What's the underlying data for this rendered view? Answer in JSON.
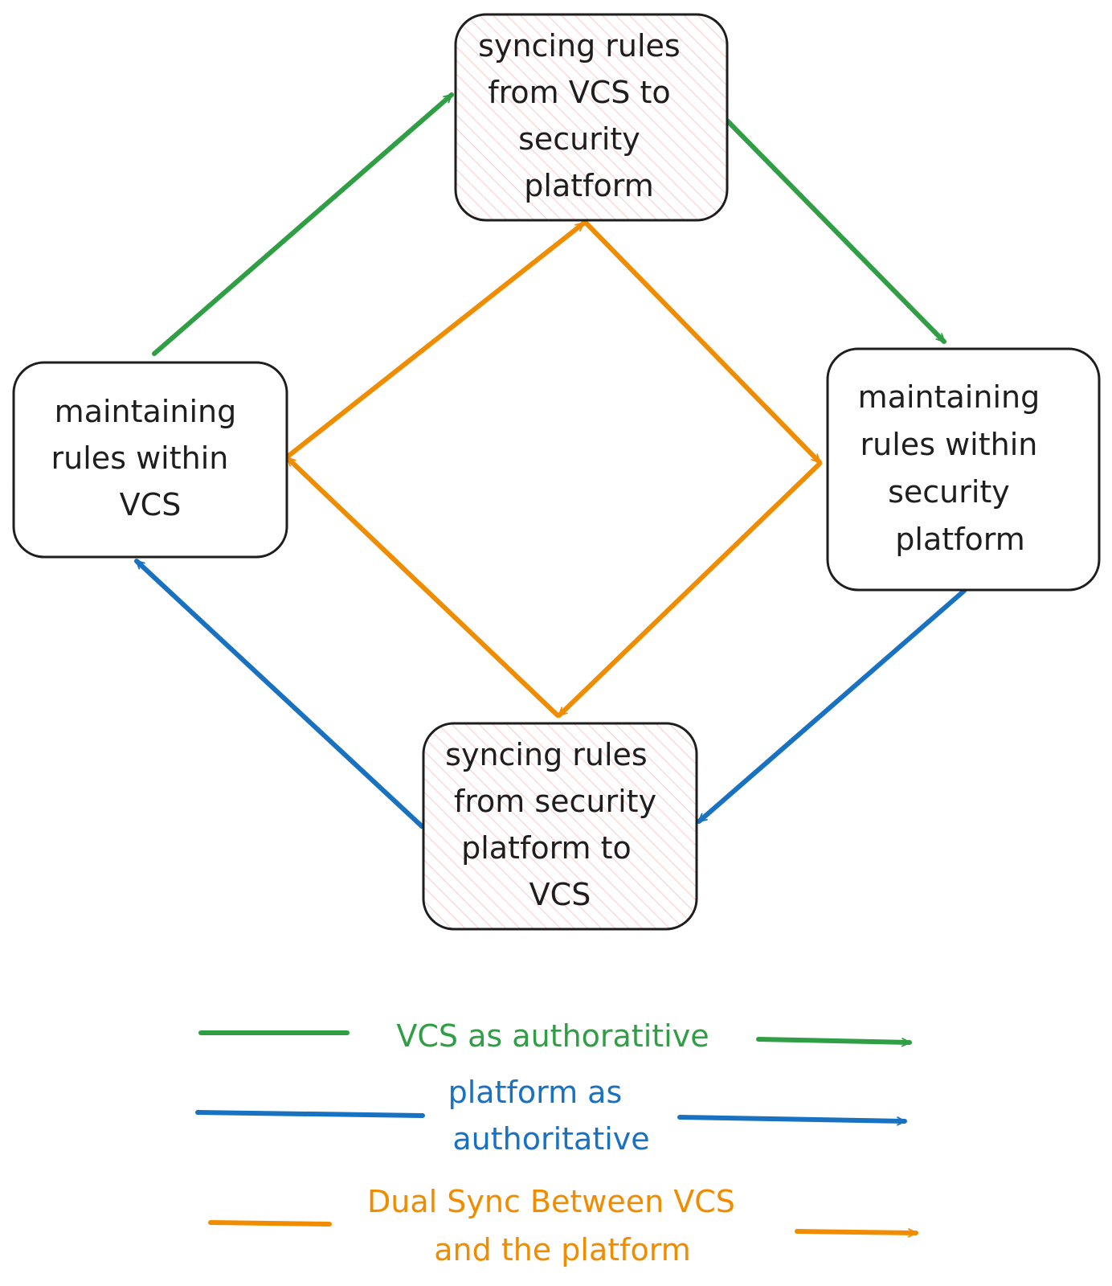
{
  "nodes": {
    "sync_vcs_to_platform": {
      "lines": [
        "syncing rules",
        "from VCS to",
        "security",
        "platform"
      ]
    },
    "maintain_vcs": {
      "lines": [
        "maintaining",
        "rules within",
        "VCS"
      ]
    },
    "maintain_platform": {
      "lines": [
        "maintaining",
        "rules within",
        "security",
        "platform"
      ]
    },
    "sync_platform_to_vcs": {
      "lines": [
        "syncing rules",
        "from security",
        "platform to",
        "VCS"
      ]
    }
  },
  "legend": {
    "vcs_authoritative": {
      "lines": [
        "VCS as authoratitive"
      ],
      "color": "#2f9e44"
    },
    "platform_authoritative": {
      "lines": [
        "platform as",
        "authoritative"
      ],
      "color": "#1971c2"
    },
    "dual_sync": {
      "lines": [
        "Dual Sync Between VCS",
        "and the platform"
      ],
      "color": "#f08c00"
    }
  },
  "colors": {
    "green": "#2f9e44",
    "blue": "#1971c2",
    "orange": "#f08c00",
    "hatch": "#ffc9c9",
    "stroke": "#1e1e1e"
  }
}
